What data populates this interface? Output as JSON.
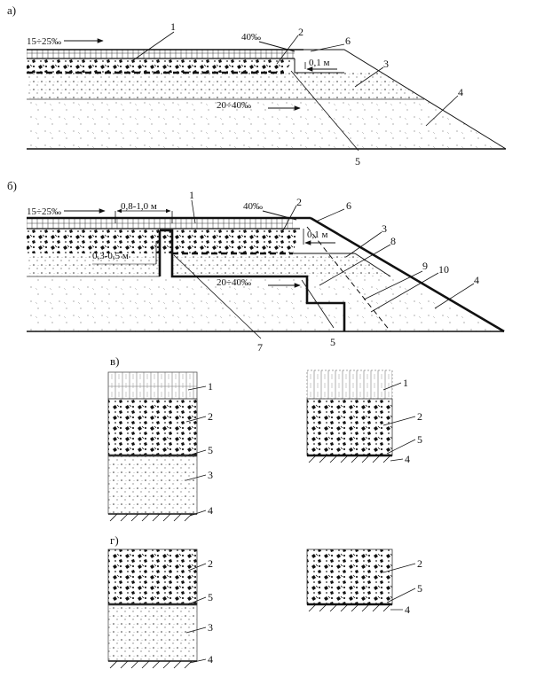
{
  "sections": {
    "a": "а)",
    "b": "б)",
    "v": "в)",
    "g": "г)"
  },
  "annotations": {
    "slope_side": "15÷25‰",
    "slope_top": "40‰",
    "slope_base": "20÷40‰",
    "thick_01": "0,1 м",
    "width_08": "0,8-1,0 м",
    "depth_03": "0,3-0,5 м"
  },
  "labels": {
    "n1": "1",
    "n2": "2",
    "n3": "3",
    "n4": "4",
    "n5": "5",
    "n6": "6",
    "n7": "7",
    "n8": "8",
    "n9": "9",
    "n10": "10"
  }
}
